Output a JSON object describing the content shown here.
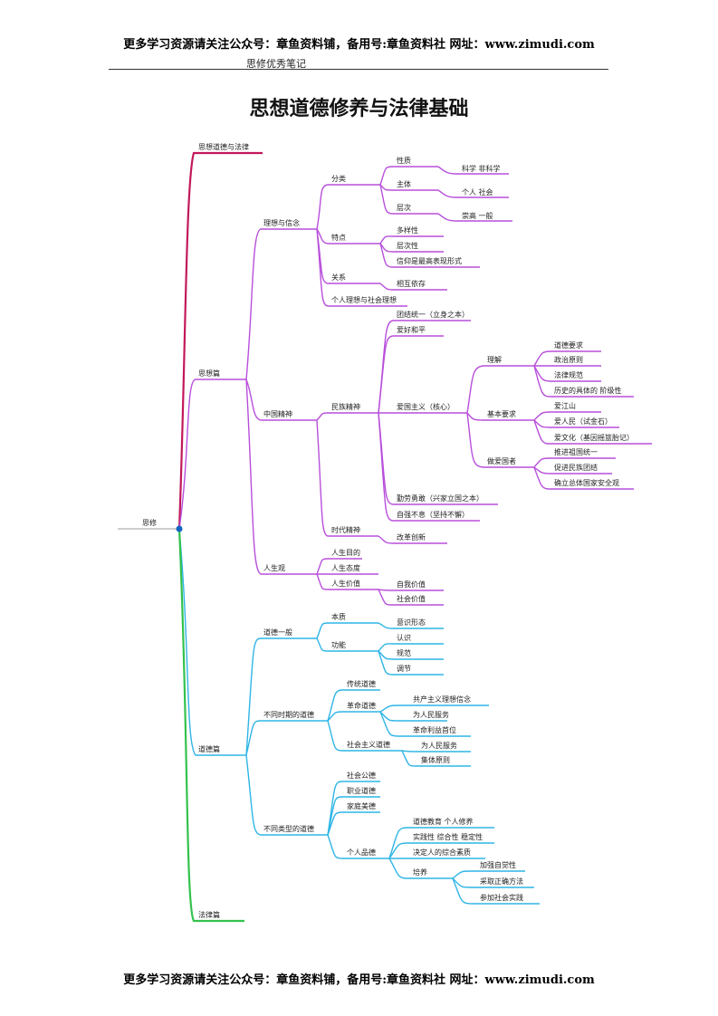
{
  "header": {
    "text": "更多学习资源请关注公众号：章鱼资料铺，备用号:章鱼资料社  网址：www.zimudi.com",
    "subtitle": "思修优秀笔记"
  },
  "title": "思想道德修养与法律基础",
  "footer": {
    "text": "更多学习资源请关注公众号：章鱼资料铺，备用号:章鱼资料社  网址：www.zimudi.com"
  },
  "colors": {
    "root": "#bdbdbd",
    "law_branch": "#c2185b",
    "thought": "#b84fdb",
    "morality": "#2fb5e6",
    "law": "#33c24d",
    "root_dot": "#1565c0"
  },
  "mindmap": {
    "root": "思修",
    "n_law_morality": "思想道德与法律",
    "thought": {
      "label": "思想篇",
      "ideal": "理想与信念",
      "classify": "分类",
      "nature": "性质",
      "science": "科学 非科学",
      "subject": "主体",
      "individual_society": "个人 社会",
      "level": "层次",
      "lofty_common": "崇高 一般",
      "features": "特点",
      "diversity": "多样性",
      "hierarchy": "层次性",
      "faith_highest": "信仰是最高表现形式",
      "relation": "关系",
      "interdependent": "相互依存",
      "personal_social": "个人理想与社会理想",
      "spirit": "中国精神",
      "national_spirit": "民族精神",
      "unity": "团结统一（立身之本）",
      "peace": "爱好和平",
      "patriotism": "爱国主义（核心）",
      "understand": "理解",
      "moral_req": "道德要求",
      "political_principle": "政治原则",
      "legal_norm": "法律规范",
      "historical": "历史的具体的 阶级性",
      "basic_req": "基本要求",
      "love_country": "爱江山",
      "love_people": "爱人民（试金石）",
      "love_culture": "爱文化（基因摇篮胎记）",
      "be_patriot": "做爱国者",
      "reunification": "推进祖国统一",
      "ethnic_unity": "促进民族团结",
      "security_view": "确立总体国家安全观",
      "diligent": "勤劳勇敢（兴家立国之本）",
      "self_improve": "自强不息（坚持不懈）",
      "era_spirit": "时代精神",
      "reform": "改革创新",
      "life_view": "人生观",
      "life_purpose": "人生目的",
      "life_attitude": "人生态度",
      "life_value": "人生价值",
      "self_value": "自我价值",
      "social_value": "社会价值"
    },
    "morality": {
      "label": "道德篇",
      "general": "道德一般",
      "essence": "本质",
      "ideology": "意识形态",
      "function": "功能",
      "cognition": "认识",
      "regulate": "规范",
      "adjust": "调节",
      "periods": "不同时期的道德",
      "traditional": "传统道德",
      "revolutionary": "革命道德",
      "communist_ideal": "共产主义理想信念",
      "serve_people": "为人民服务",
      "revolution_first": "革命利益首位",
      "socialist": "社会主义道德",
      "serve_people2": "为人民服务",
      "collectivism": "集体原则",
      "types": "不同类型的道德",
      "public_morality": "社会公德",
      "professional": "职业道德",
      "family": "家庭美德",
      "personal": "个人品德",
      "education": "道德教育 个人修养",
      "practical": "实践性 综合性 稳定性",
      "determine": "决定人的综合素质",
      "cultivate": "培养",
      "self_aware": "加强自觉性",
      "correct_method": "采取正确方法",
      "social_practice": "参加社会实践"
    },
    "law": {
      "label": "法律篇"
    }
  }
}
